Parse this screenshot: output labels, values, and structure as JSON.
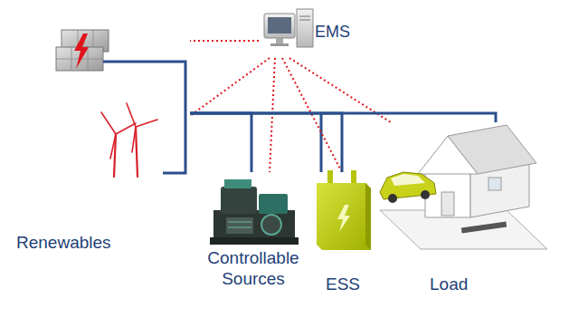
{
  "diagram": {
    "nodes": [
      {
        "text": [
          "EMS"
        ]
      },
      {
        "text": [
          "Renewables"
        ]
      },
      {
        "text": [
          "Controllable Sources"
        ]
      },
      {
        "text": [
          "ESS"
        ]
      },
      {
        "text": [
          "Load"
        ]
      }
    ],
    "edges": [
      {
        "from": 0,
        "to": 1,
        "arrow": "none"
      },
      {
        "from": 0,
        "to": 1,
        "arrow": "none"
      },
      {
        "from": 0,
        "to": 2,
        "arrow": "none"
      },
      {
        "from": 0,
        "to": 3,
        "arrow": "none"
      },
      {
        "from": 0,
        "to": 4,
        "arrow": "none"
      },
      {
        "from": 1,
        "to": 2,
        "arrow": "none"
      },
      {
        "from": 1,
        "to": 3,
        "arrow": "none"
      },
      {
        "from": 1,
        "to": 4,
        "arrow": "none"
      }
    ]
  }
}
